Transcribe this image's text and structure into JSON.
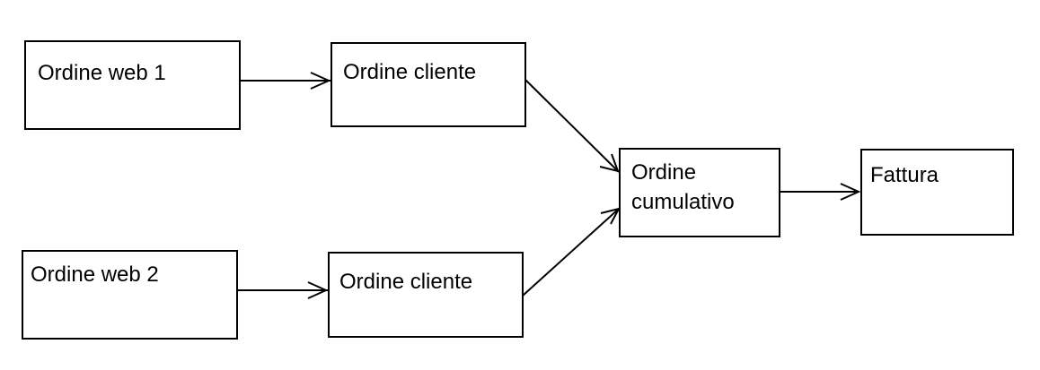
{
  "diagram": {
    "nodes": [
      {
        "id": "web1",
        "lines": [
          "Ordine web 1"
        ]
      },
      {
        "id": "cliente1",
        "lines": [
          "Ordine cliente"
        ]
      },
      {
        "id": "web2",
        "lines": [
          "Ordine web 2"
        ]
      },
      {
        "id": "cliente2",
        "lines": [
          "Ordine cliente"
        ]
      },
      {
        "id": "cumulativo",
        "lines": [
          "Ordine",
          "cumulativo"
        ]
      },
      {
        "id": "fattura",
        "lines": [
          "Fattura"
        ]
      }
    ],
    "edges": [
      {
        "from": "web1",
        "to": "cliente1"
      },
      {
        "from": "web2",
        "to": "cliente2"
      },
      {
        "from": "cliente1",
        "to": "cumulativo"
      },
      {
        "from": "cliente2",
        "to": "cumulativo"
      },
      {
        "from": "cumulativo",
        "to": "fattura"
      }
    ]
  }
}
